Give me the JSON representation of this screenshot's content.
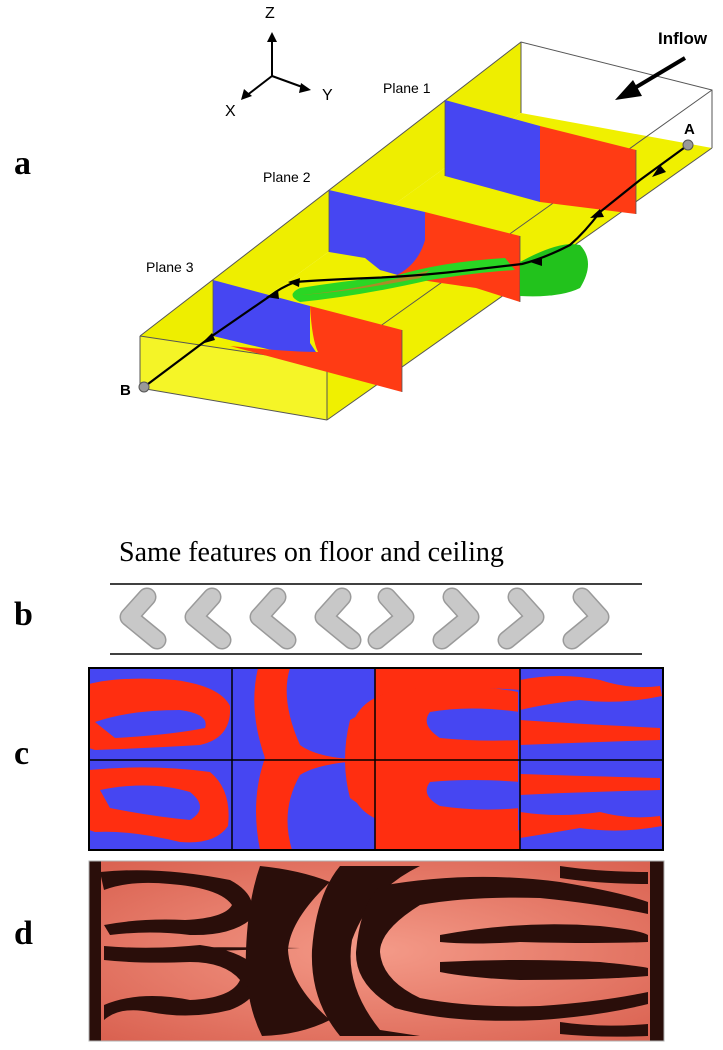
{
  "panels": {
    "a": {
      "letter": "a",
      "axes": {
        "z": "Z",
        "y": "Y",
        "x": "X"
      },
      "planes": [
        "Plane 1",
        "Plane 2",
        "Plane 3"
      ],
      "points": {
        "start": "A",
        "end": "B"
      },
      "inflow": "Inflow"
    },
    "b": {
      "letter": "b",
      "caption": "Same features on floor and ceiling",
      "herringbone_count": 8
    },
    "c": {
      "letter": "c",
      "grid": "2 rows × 4 columns"
    },
    "d": {
      "letter": "d"
    }
  },
  "colors": {
    "wall_yellow": "#f0f000",
    "fluid_red": "#ff3b14",
    "fluid_blue": "#4646f2",
    "streamtube_green": "#22c21c",
    "herringbone_gray": "#c8c8c8",
    "photo_pink": "#ea7a6c",
    "photo_dark": "#2a0e0a"
  }
}
